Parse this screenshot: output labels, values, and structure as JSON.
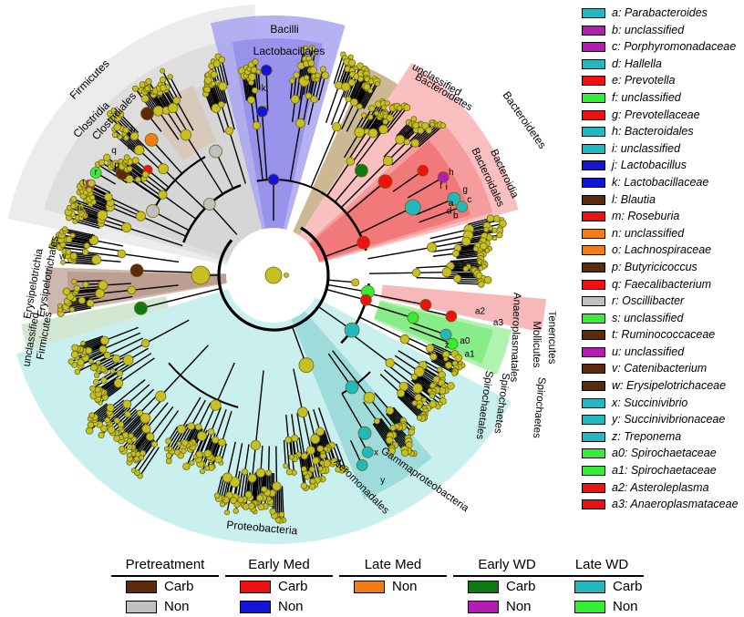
{
  "colors": {
    "node_default": "#c8c020",
    "node_stroke": "#6e6a10",
    "edge": "#000000",
    "bg_firmicutes": "#ececec",
    "bg_bacilli": "#a9a3f0",
    "bg_bacteroidetes": "#f9b9b9",
    "bg_unclassified_bacteroidetes": "#c9b58e",
    "bg_proteobacteria": "#c6eeee",
    "bg_gammaproteobacteria": "#8fd6d6",
    "bg_spirochaetes": "#a6f2a6",
    "bg_tenericutes": "#f6b4b4",
    "bg_unclassified_firmicutes": "#cfe6cf",
    "bg_clostridiales": "#d8c8b8",
    "bg_erysipelotrichales": "#c6b0a4"
  },
  "clade_labels": {
    "firmicutes": "Firmicutes",
    "clostridia": "Clostridia",
    "clostridiales": "Clostridiales",
    "bacilli": "Bacilli",
    "lactobacillales": "Lactobacillales",
    "unclassified_bacteroidetes": "unclassified_ Bacteroidetes",
    "unclassified_bacteroidetes_1": "unclassified_",
    "unclassified_bacteroidetes_2": "Bacteroidetes",
    "bacteroidetes": "Bacteroidetes",
    "bacteroidia": "Bacteroidia",
    "bacteroidales": "Bacteroidales",
    "erysipelotrichia": "Erysipelotrichia",
    "erysipelotrichales": "Erysipelotrichales",
    "unclassified_firmicutes_1": "unclassified_",
    "unclassified_firmicutes_2": "Firmicutes",
    "tenericutes": "Tenericutes",
    "mollicutes": "Mollicutes",
    "anaeroplasmatales": "Anaeroplasmatales",
    "spirochaetes": "Spirochaetes",
    "spirochaetes_class": "Spirochaetes",
    "spirochaetales": "Spirochaetales",
    "proteobacteria": "Proteobacteria",
    "gammaproteobacteria": "Gammaproteobacteria",
    "aeromonadales": "Aeromonadales"
  },
  "node_letters": [
    "a",
    "b",
    "c",
    "d",
    "e",
    "f",
    "g",
    "h",
    "i",
    "j",
    "k",
    "l",
    "m",
    "n",
    "o",
    "p",
    "q",
    "r",
    "s",
    "t",
    "u",
    "v",
    "w",
    "x",
    "y",
    "z",
    "a0",
    "a1",
    "a2",
    "a3"
  ],
  "legend": [
    {
      "label": "a: Parabacteroides",
      "color": "#22b8c0"
    },
    {
      "label": "b: unclassified",
      "color": "#b41cb4"
    },
    {
      "label": "c: Porphyromonadaceae",
      "color": "#b41cb4"
    },
    {
      "label": "d: Hallella",
      "color": "#22b8c0"
    },
    {
      "label": "e: Prevotella",
      "color": "#ee1111"
    },
    {
      "label": "f: unclassified",
      "color": "#33ee33"
    },
    {
      "label": "g: Prevotellaceae",
      "color": "#ee1111"
    },
    {
      "label": "h: Bacteroidales",
      "color": "#22b8c0"
    },
    {
      "label": "i: unclassified",
      "color": "#22b8c0"
    },
    {
      "label": "j: Lactobacillus",
      "color": "#1414d8"
    },
    {
      "label": "k: Lactobacillaceae",
      "color": "#1414d8"
    },
    {
      "label": "l: Blautia",
      "color": "#5c2a0c"
    },
    {
      "label": "m: Roseburia",
      "color": "#ee1111"
    },
    {
      "label": "n: unclassified",
      "color": "#f07e14"
    },
    {
      "label": "o: Lachnospiraceae",
      "color": "#f07e14"
    },
    {
      "label": "p: Butyricicoccus",
      "color": "#5c2a0c"
    },
    {
      "label": "q: Faecalibacterium",
      "color": "#ee1111"
    },
    {
      "label": "r: Oscillibacter",
      "color": "#c0c0c0"
    },
    {
      "label": "s: unclassified",
      "color": "#33ee33"
    },
    {
      "label": "t: Ruminococcaceae",
      "color": "#5c2a0c"
    },
    {
      "label": "u: unclassified",
      "color": "#b41cb4"
    },
    {
      "label": "v: Catenibacterium",
      "color": "#5c2a0c"
    },
    {
      "label": "w: Erysipelotrichaceae",
      "color": "#5c2a0c"
    },
    {
      "label": "x: Succinivibrio",
      "color": "#22b8c0"
    },
    {
      "label": "y: Succinivibrionaceae",
      "color": "#22b8c0"
    },
    {
      "label": "z: Treponema",
      "color": "#22b8c0"
    },
    {
      "label": "a0: Spirochaetaceae",
      "color": "#33ee33"
    },
    {
      "label": "a1: Spirochaetaceae",
      "color": "#33ee33"
    },
    {
      "label": "a2: Asteroleplasma",
      "color": "#ee1111"
    },
    {
      "label": "a3: Anaeroplasmataceae",
      "color": "#ee1111"
    }
  ],
  "groups": [
    {
      "title": "Pretreatment",
      "items": [
        {
          "label": "Carb",
          "color": "#5c2a0c"
        },
        {
          "label": "Non",
          "color": "#c0c0c0"
        }
      ]
    },
    {
      "title": "Early Med",
      "items": [
        {
          "label": "Carb",
          "color": "#ee1111"
        },
        {
          "label": "Non",
          "color": "#1414d8"
        }
      ]
    },
    {
      "title": "Late Med",
      "items": [
        {
          "label": "Non",
          "color": "#f07e14"
        }
      ]
    },
    {
      "title": "Early WD",
      "items": [
        {
          "label": "Carb",
          "color": "#0e7a14"
        },
        {
          "label": "Non",
          "color": "#b41cb4"
        }
      ]
    },
    {
      "title": "Late WD",
      "items": [
        {
          "label": "Carb",
          "color": "#22b8c0"
        },
        {
          "label": "Non",
          "color": "#33ee33"
        }
      ]
    }
  ]
}
